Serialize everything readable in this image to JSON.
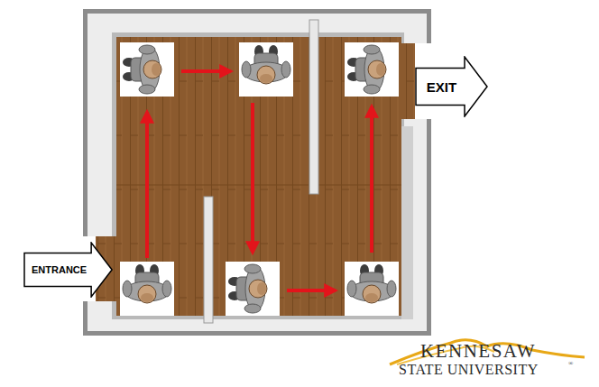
{
  "diagram": {
    "nodes": [
      {
        "text": [
          "ENTRANCE"
        ]
      },
      {
        "text": [
          "EXIT"
        ]
      }
    ],
    "labels": [
      "KENNESAW",
      "STATE UNIVERSITY",
      "®"
    ]
  }
}
